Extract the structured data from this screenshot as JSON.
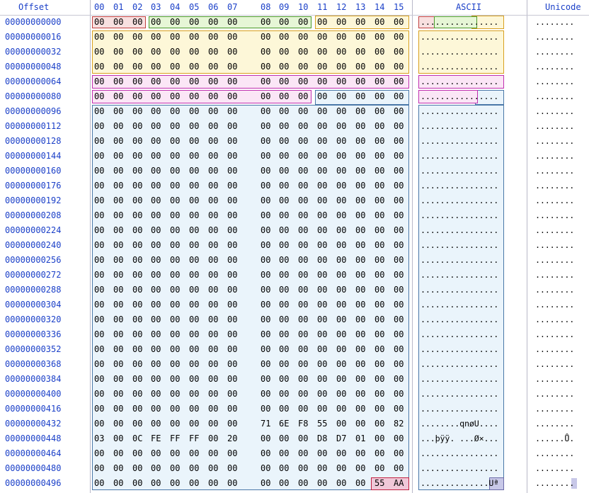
{
  "header": {
    "offset_label": "Offset",
    "columns": [
      "00",
      "01",
      "02",
      "03",
      "04",
      "05",
      "06",
      "07",
      "08",
      "09",
      "10",
      "11",
      "12",
      "13",
      "14",
      "15"
    ],
    "ascii_label": "ASCII",
    "unicode_label": "Unicode"
  },
  "colors": {
    "header_text": "#1a3fc8",
    "mbr_boot_jump": "#f8e0e0",
    "mbr_boot_jump_border": "#c04040",
    "oem_name": "#e6f6d6",
    "oem_name_border": "#4a9a2a",
    "bpb": "#fdf7d8",
    "bpb_border": "#d8a020",
    "ebpb": "#fbe6f6",
    "ebpb_border": "#c030b0",
    "boot_code": "#eaf4fb",
    "boot_code_border": "#4a78a8",
    "signature": "#f0c8d8",
    "signature_border": "#c02040"
  },
  "rows": [
    {
      "offset": "00000000000",
      "hex": [
        "00",
        "00",
        "00",
        "00",
        "00",
        "00",
        "00",
        "00",
        "00",
        "00",
        "00",
        "00",
        "00",
        "00",
        "00",
        "00"
      ],
      "ascii": "................",
      "unicode": "........"
    },
    {
      "offset": "00000000016",
      "hex": [
        "00",
        "00",
        "00",
        "00",
        "00",
        "00",
        "00",
        "00",
        "00",
        "00",
        "00",
        "00",
        "00",
        "00",
        "00",
        "00"
      ],
      "ascii": "................",
      "unicode": "........"
    },
    {
      "offset": "00000000032",
      "hex": [
        "00",
        "00",
        "00",
        "00",
        "00",
        "00",
        "00",
        "00",
        "00",
        "00",
        "00",
        "00",
        "00",
        "00",
        "00",
        "00"
      ],
      "ascii": "................",
      "unicode": "........"
    },
    {
      "offset": "00000000048",
      "hex": [
        "00",
        "00",
        "00",
        "00",
        "00",
        "00",
        "00",
        "00",
        "00",
        "00",
        "00",
        "00",
        "00",
        "00",
        "00",
        "00"
      ],
      "ascii": "................",
      "unicode": "........"
    },
    {
      "offset": "00000000064",
      "hex": [
        "00",
        "00",
        "00",
        "00",
        "00",
        "00",
        "00",
        "00",
        "00",
        "00",
        "00",
        "00",
        "00",
        "00",
        "00",
        "00"
      ],
      "ascii": "................",
      "unicode": "........"
    },
    {
      "offset": "00000000080",
      "hex": [
        "00",
        "00",
        "00",
        "00",
        "00",
        "00",
        "00",
        "00",
        "00",
        "00",
        "00",
        "00",
        "00",
        "00",
        "00",
        "00"
      ],
      "ascii": "................",
      "unicode": "........"
    },
    {
      "offset": "00000000096",
      "hex": [
        "00",
        "00",
        "00",
        "00",
        "00",
        "00",
        "00",
        "00",
        "00",
        "00",
        "00",
        "00",
        "00",
        "00",
        "00",
        "00"
      ],
      "ascii": "................",
      "unicode": "........"
    },
    {
      "offset": "00000000112",
      "hex": [
        "00",
        "00",
        "00",
        "00",
        "00",
        "00",
        "00",
        "00",
        "00",
        "00",
        "00",
        "00",
        "00",
        "00",
        "00",
        "00"
      ],
      "ascii": "................",
      "unicode": "........"
    },
    {
      "offset": "00000000128",
      "hex": [
        "00",
        "00",
        "00",
        "00",
        "00",
        "00",
        "00",
        "00",
        "00",
        "00",
        "00",
        "00",
        "00",
        "00",
        "00",
        "00"
      ],
      "ascii": "................",
      "unicode": "........"
    },
    {
      "offset": "00000000144",
      "hex": [
        "00",
        "00",
        "00",
        "00",
        "00",
        "00",
        "00",
        "00",
        "00",
        "00",
        "00",
        "00",
        "00",
        "00",
        "00",
        "00"
      ],
      "ascii": "................",
      "unicode": "........"
    },
    {
      "offset": "00000000160",
      "hex": [
        "00",
        "00",
        "00",
        "00",
        "00",
        "00",
        "00",
        "00",
        "00",
        "00",
        "00",
        "00",
        "00",
        "00",
        "00",
        "00"
      ],
      "ascii": "................",
      "unicode": "........"
    },
    {
      "offset": "00000000176",
      "hex": [
        "00",
        "00",
        "00",
        "00",
        "00",
        "00",
        "00",
        "00",
        "00",
        "00",
        "00",
        "00",
        "00",
        "00",
        "00",
        "00"
      ],
      "ascii": "................",
      "unicode": "........"
    },
    {
      "offset": "00000000192",
      "hex": [
        "00",
        "00",
        "00",
        "00",
        "00",
        "00",
        "00",
        "00",
        "00",
        "00",
        "00",
        "00",
        "00",
        "00",
        "00",
        "00"
      ],
      "ascii": "................",
      "unicode": "........"
    },
    {
      "offset": "00000000208",
      "hex": [
        "00",
        "00",
        "00",
        "00",
        "00",
        "00",
        "00",
        "00",
        "00",
        "00",
        "00",
        "00",
        "00",
        "00",
        "00",
        "00"
      ],
      "ascii": "................",
      "unicode": "........"
    },
    {
      "offset": "00000000224",
      "hex": [
        "00",
        "00",
        "00",
        "00",
        "00",
        "00",
        "00",
        "00",
        "00",
        "00",
        "00",
        "00",
        "00",
        "00",
        "00",
        "00"
      ],
      "ascii": "................",
      "unicode": "........"
    },
    {
      "offset": "00000000240",
      "hex": [
        "00",
        "00",
        "00",
        "00",
        "00",
        "00",
        "00",
        "00",
        "00",
        "00",
        "00",
        "00",
        "00",
        "00",
        "00",
        "00"
      ],
      "ascii": "................",
      "unicode": "........"
    },
    {
      "offset": "00000000256",
      "hex": [
        "00",
        "00",
        "00",
        "00",
        "00",
        "00",
        "00",
        "00",
        "00",
        "00",
        "00",
        "00",
        "00",
        "00",
        "00",
        "00"
      ],
      "ascii": "................",
      "unicode": "........"
    },
    {
      "offset": "00000000272",
      "hex": [
        "00",
        "00",
        "00",
        "00",
        "00",
        "00",
        "00",
        "00",
        "00",
        "00",
        "00",
        "00",
        "00",
        "00",
        "00",
        "00"
      ],
      "ascii": "................",
      "unicode": "........"
    },
    {
      "offset": "00000000288",
      "hex": [
        "00",
        "00",
        "00",
        "00",
        "00",
        "00",
        "00",
        "00",
        "00",
        "00",
        "00",
        "00",
        "00",
        "00",
        "00",
        "00"
      ],
      "ascii": "................",
      "unicode": "........"
    },
    {
      "offset": "00000000304",
      "hex": [
        "00",
        "00",
        "00",
        "00",
        "00",
        "00",
        "00",
        "00",
        "00",
        "00",
        "00",
        "00",
        "00",
        "00",
        "00",
        "00"
      ],
      "ascii": "................",
      "unicode": "........"
    },
    {
      "offset": "00000000320",
      "hex": [
        "00",
        "00",
        "00",
        "00",
        "00",
        "00",
        "00",
        "00",
        "00",
        "00",
        "00",
        "00",
        "00",
        "00",
        "00",
        "00"
      ],
      "ascii": "................",
      "unicode": "........"
    },
    {
      "offset": "00000000336",
      "hex": [
        "00",
        "00",
        "00",
        "00",
        "00",
        "00",
        "00",
        "00",
        "00",
        "00",
        "00",
        "00",
        "00",
        "00",
        "00",
        "00"
      ],
      "ascii": "................",
      "unicode": "........"
    },
    {
      "offset": "00000000352",
      "hex": [
        "00",
        "00",
        "00",
        "00",
        "00",
        "00",
        "00",
        "00",
        "00",
        "00",
        "00",
        "00",
        "00",
        "00",
        "00",
        "00"
      ],
      "ascii": "................",
      "unicode": "........"
    },
    {
      "offset": "00000000368",
      "hex": [
        "00",
        "00",
        "00",
        "00",
        "00",
        "00",
        "00",
        "00",
        "00",
        "00",
        "00",
        "00",
        "00",
        "00",
        "00",
        "00"
      ],
      "ascii": "................",
      "unicode": "........"
    },
    {
      "offset": "00000000384",
      "hex": [
        "00",
        "00",
        "00",
        "00",
        "00",
        "00",
        "00",
        "00",
        "00",
        "00",
        "00",
        "00",
        "00",
        "00",
        "00",
        "00"
      ],
      "ascii": "................",
      "unicode": "........"
    },
    {
      "offset": "00000000400",
      "hex": [
        "00",
        "00",
        "00",
        "00",
        "00",
        "00",
        "00",
        "00",
        "00",
        "00",
        "00",
        "00",
        "00",
        "00",
        "00",
        "00"
      ],
      "ascii": "................",
      "unicode": "........"
    },
    {
      "offset": "00000000416",
      "hex": [
        "00",
        "00",
        "00",
        "00",
        "00",
        "00",
        "00",
        "00",
        "00",
        "00",
        "00",
        "00",
        "00",
        "00",
        "00",
        "00"
      ],
      "ascii": "................",
      "unicode": "........"
    },
    {
      "offset": "00000000432",
      "hex": [
        "00",
        "00",
        "00",
        "00",
        "00",
        "00",
        "00",
        "00",
        "71",
        "6E",
        "F8",
        "55",
        "00",
        "00",
        "00",
        "82"
      ],
      "ascii": "........qnøU....",
      "unicode": "........"
    },
    {
      "offset": "00000000448",
      "hex": [
        "03",
        "00",
        "0C",
        "FE",
        "FF",
        "FF",
        "00",
        "20",
        "00",
        "00",
        "00",
        "D8",
        "D7",
        "01",
        "00",
        "00"
      ],
      "ascii": "...þÿÿ. ...Ø×...",
      "unicode": "......Ů."
    },
    {
      "offset": "00000000464",
      "hex": [
        "00",
        "00",
        "00",
        "00",
        "00",
        "00",
        "00",
        "00",
        "00",
        "00",
        "00",
        "00",
        "00",
        "00",
        "00",
        "00"
      ],
      "ascii": "................",
      "unicode": "........"
    },
    {
      "offset": "00000000480",
      "hex": [
        "00",
        "00",
        "00",
        "00",
        "00",
        "00",
        "00",
        "00",
        "00",
        "00",
        "00",
        "00",
        "00",
        "00",
        "00",
        "00"
      ],
      "ascii": "................",
      "unicode": "........"
    },
    {
      "offset": "00000000496",
      "hex": [
        "00",
        "00",
        "00",
        "00",
        "00",
        "00",
        "00",
        "00",
        "00",
        "00",
        "00",
        "00",
        "00",
        "00",
        "55",
        "AA"
      ],
      "ascii": "..............Uª",
      "unicode": "........"
    }
  ]
}
